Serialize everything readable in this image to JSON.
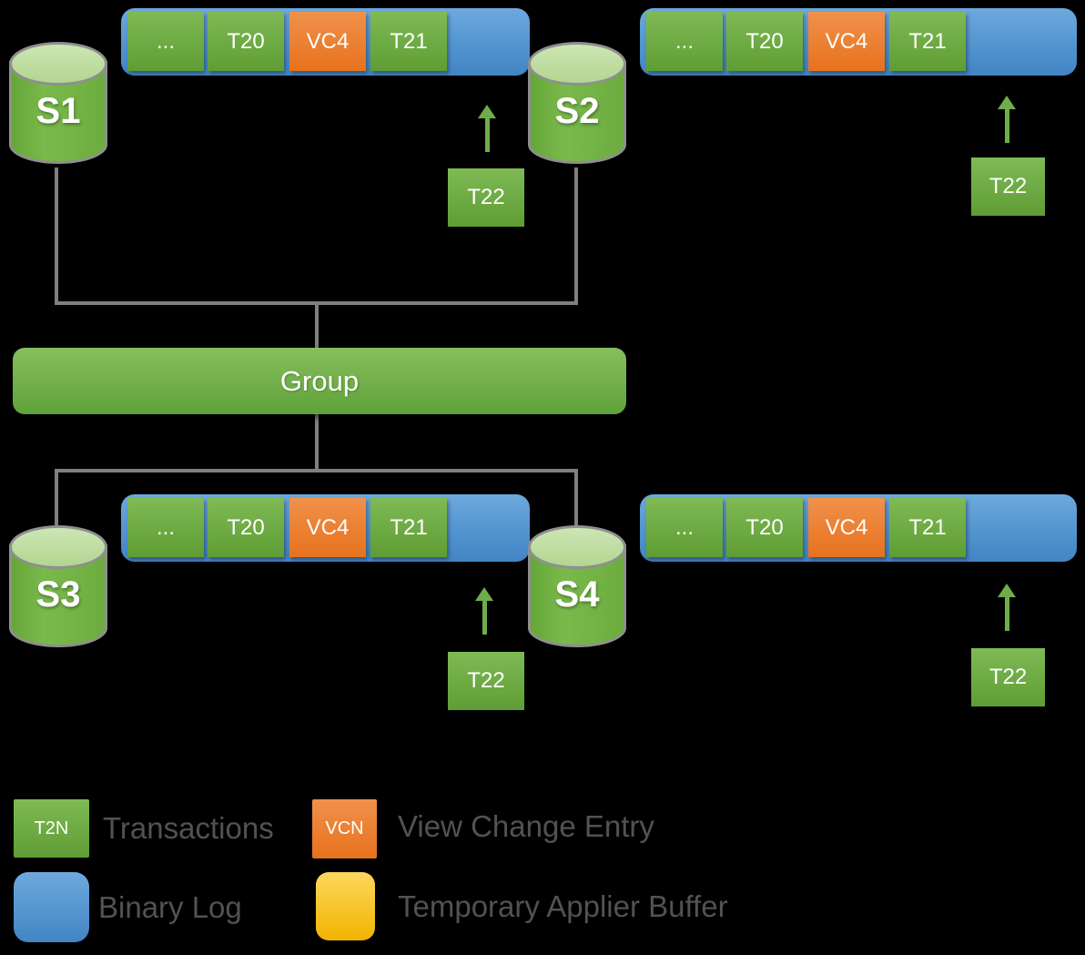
{
  "group": {
    "label": "Group"
  },
  "clusters": [
    {
      "server": "S1",
      "binlog_entries": [
        {
          "label": "...",
          "type": "transaction"
        },
        {
          "label": "T20",
          "type": "transaction"
        },
        {
          "label": "VC4",
          "type": "view-change"
        },
        {
          "label": "T21",
          "type": "transaction"
        }
      ],
      "incoming_transaction": {
        "label": "T22"
      }
    },
    {
      "server": "S2",
      "binlog_entries": [
        {
          "label": "...",
          "type": "transaction"
        },
        {
          "label": "T20",
          "type": "transaction"
        },
        {
          "label": "VC4",
          "type": "view-change"
        },
        {
          "label": "T21",
          "type": "transaction"
        }
      ],
      "incoming_transaction": {
        "label": "T22"
      }
    },
    {
      "server": "S3",
      "binlog_entries": [
        {
          "label": "...",
          "type": "transaction"
        },
        {
          "label": "T20",
          "type": "transaction"
        },
        {
          "label": "VC4",
          "type": "view-change"
        },
        {
          "label": "T21",
          "type": "transaction"
        }
      ],
      "incoming_transaction": {
        "label": "T22"
      }
    },
    {
      "server": "S4",
      "binlog_entries": [
        {
          "label": "...",
          "type": "transaction"
        },
        {
          "label": "T20",
          "type": "transaction"
        },
        {
          "label": "VC4",
          "type": "view-change"
        },
        {
          "label": "T21",
          "type": "transaction"
        }
      ],
      "incoming_transaction": {
        "label": "T22"
      }
    }
  ],
  "connections": [
    {
      "from": "S1",
      "to": "Group"
    },
    {
      "from": "S2",
      "to": "Group"
    },
    {
      "from": "Group",
      "to": "S3"
    },
    {
      "from": "Group",
      "to": "S4"
    }
  ],
  "legend": [
    {
      "swatch": "T2N",
      "color": "#70ad47",
      "label": "Transactions"
    },
    {
      "swatch": "VCN",
      "color": "#ed7d31",
      "label": "View Change Entry"
    },
    {
      "swatch": "",
      "color": "#5b9bd5",
      "label": "Binary Log"
    },
    {
      "swatch": "",
      "color": "#ffc000",
      "label": "Temporary Applier Buffer"
    }
  ],
  "colors": {
    "background": "#000000",
    "transaction_green": "#70ad47",
    "view_change_orange": "#ed7d31",
    "binary_log_blue": "#5b9bd5",
    "applier_buffer_yellow": "#ffc000",
    "connector_gray": "#7f7f7f",
    "legend_text": "#525252"
  }
}
